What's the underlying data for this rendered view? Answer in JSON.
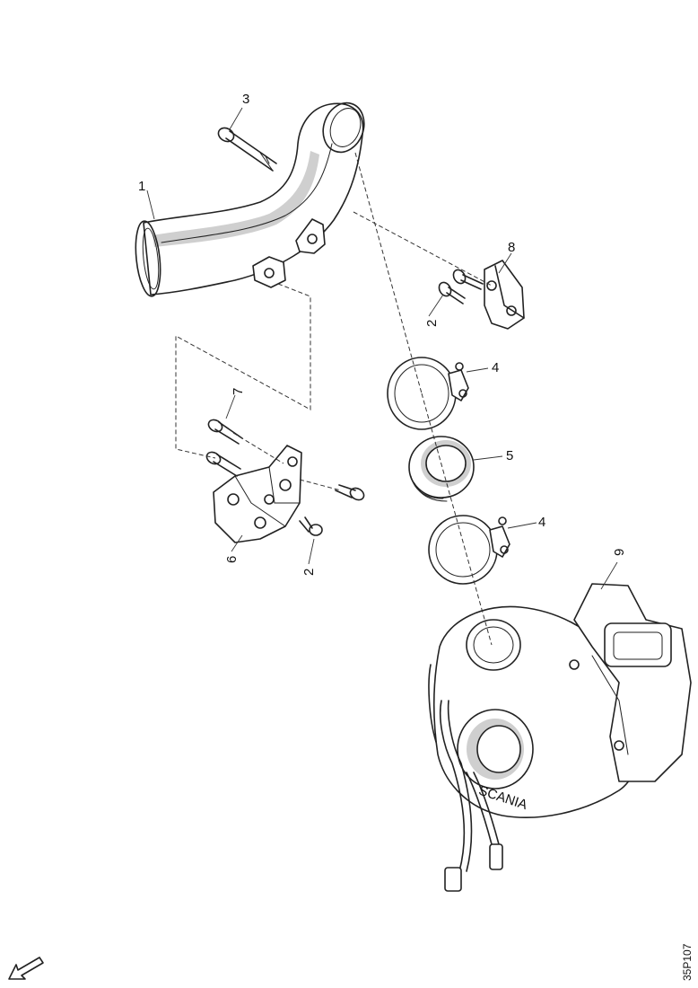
{
  "callouts": {
    "c1": "1",
    "c2a": "2",
    "c2b": "2",
    "c3": "3",
    "c4a": "4",
    "c4b": "4",
    "c5": "5",
    "c6": "6",
    "c7": "7",
    "c8": "8",
    "c9": "9"
  },
  "drawing_code": "35P107",
  "turbo_logo_text": "SCANIA",
  "icons": {
    "direction_arrow": "arrow-down-left-icon"
  }
}
